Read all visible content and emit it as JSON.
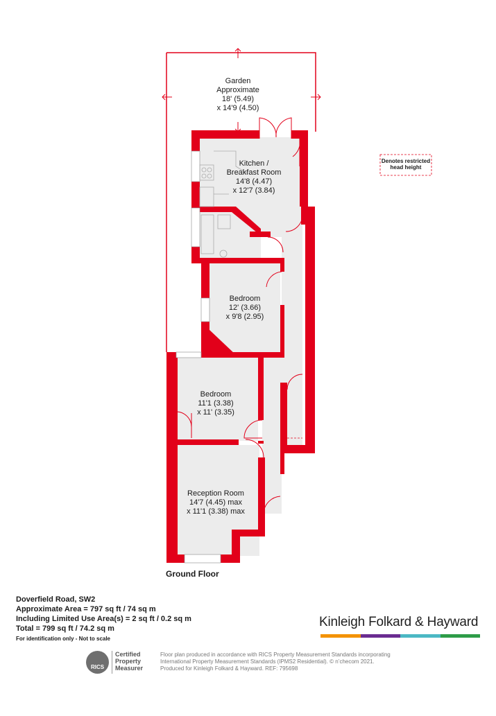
{
  "rooms": {
    "garden": {
      "name": "Garden",
      "line2": "Approximate",
      "dim1": "18' (5.49)",
      "dim2": "x 14'9 (4.50)"
    },
    "kitchen": {
      "name": "Kitchen /",
      "line2": "Breakfast Room",
      "dim1": "14'8 (4.47)",
      "dim2": "x 12'7 (3.84)"
    },
    "bedroom1": {
      "name": "Bedroom",
      "dim1": "12' (3.66)",
      "dim2": "x 9'8 (2.95)"
    },
    "bedroom2": {
      "name": "Bedroom",
      "dim1": "11'1 (3.38)",
      "dim2": "x 11' (3.35)"
    },
    "reception": {
      "name": "Reception Room",
      "dim1": "14'7 (4.45) max",
      "dim2": "x 11'1 (3.38) max"
    }
  },
  "legend": {
    "line1": "Denotes restricted",
    "line2": "head height"
  },
  "floor_label": "Ground Floor",
  "info": {
    "address": "Doverfield Road, SW2",
    "approx_area": "Approximate Area = 797 sq ft / 74 sq m",
    "limited_use": "Including Limited Use Area(s) = 2 sq ft / 0.2 sq m",
    "total": "Total = 799 sq ft / 74.2 sq m",
    "note": "For identification only - Not to scale"
  },
  "brand": {
    "name": "Kinleigh Folkard & Hayward",
    "bar_colors": [
      "#f39200",
      "#6a2c91",
      "#4bb8c4",
      "#2e9c48"
    ]
  },
  "rics": {
    "logo": "RICS",
    "line1": "Certified",
    "line2": "Property",
    "line3": "Measurer"
  },
  "footer": {
    "line1": "Floor plan produced in accordance with RICS Property Measurement Standards incorporating",
    "line2": "International Property Measurement Standards (IPMS2 Residential).  © n’checom 2021.",
    "line3": "Produced for Kinleigh Folkard & Hayward.   REF: 795698"
  },
  "colors": {
    "wall": "#e2001a",
    "floor": "#ececec"
  }
}
